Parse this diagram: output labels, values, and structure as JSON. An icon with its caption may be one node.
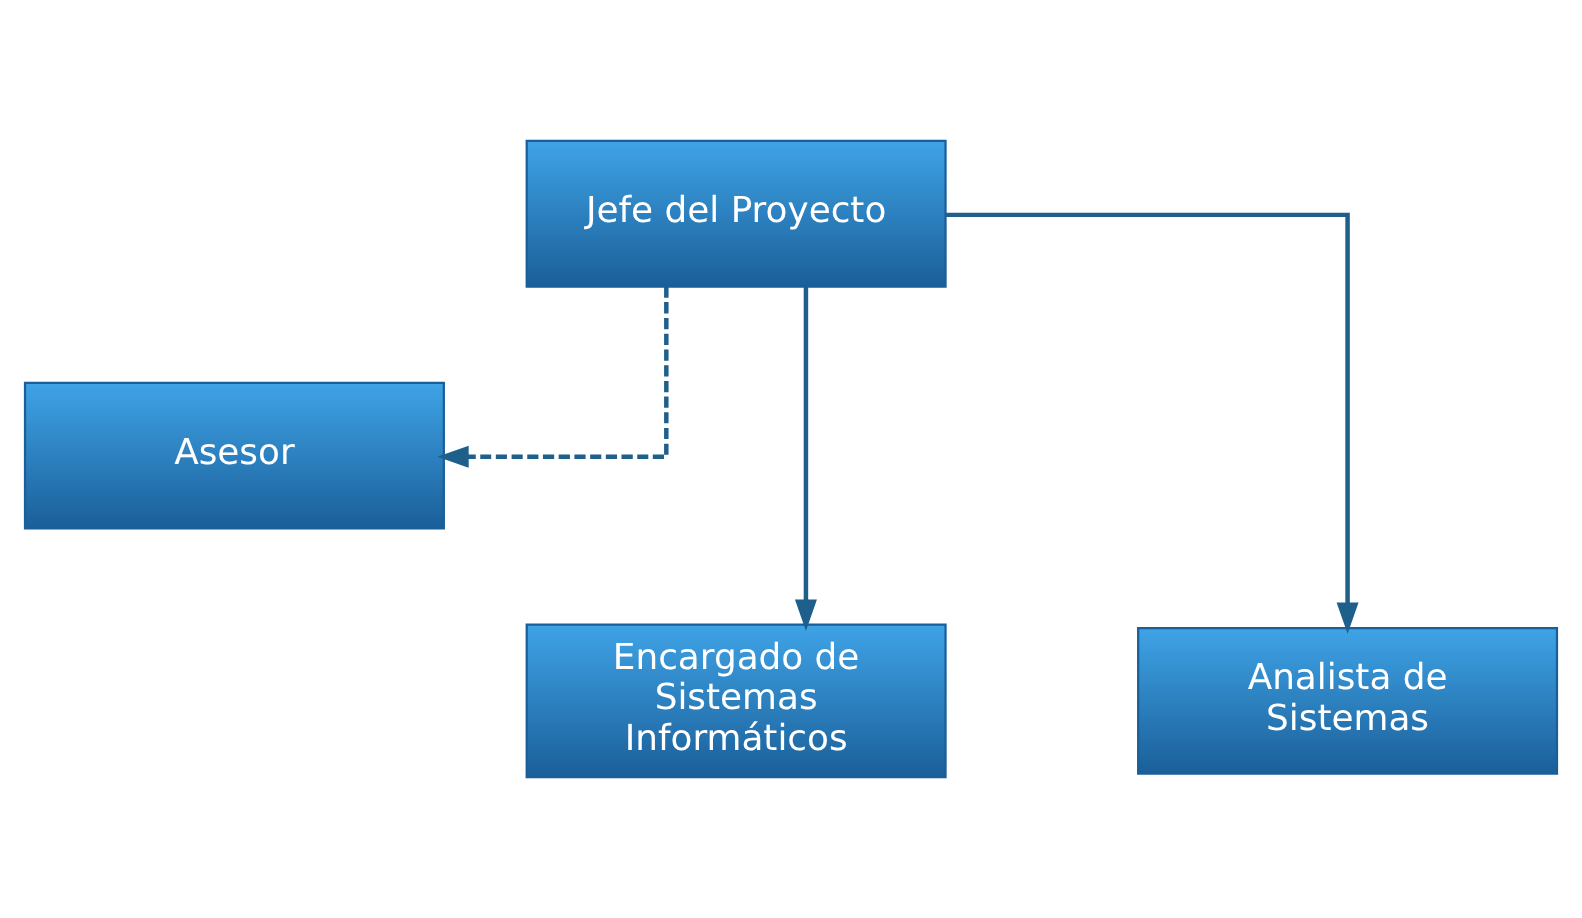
{
  "diagram": {
    "nodes": [
      {
        "text": [
          "Jefe del Proyecto"
        ]
      },
      {
        "text": [
          "Asesor"
        ]
      },
      {
        "text": [
          "Encargado de Sistemas Informáticos"
        ]
      },
      {
        "text": [
          "Analista de Sistemas"
        ]
      }
    ],
    "edges": [
      {
        "from": 0,
        "to": 1,
        "arrow": "to",
        "style": "dashed"
      },
      {
        "from": 0,
        "to": 2,
        "arrow": "to"
      },
      {
        "from": 0,
        "to": 3,
        "arrow": "to"
      }
    ]
  }
}
